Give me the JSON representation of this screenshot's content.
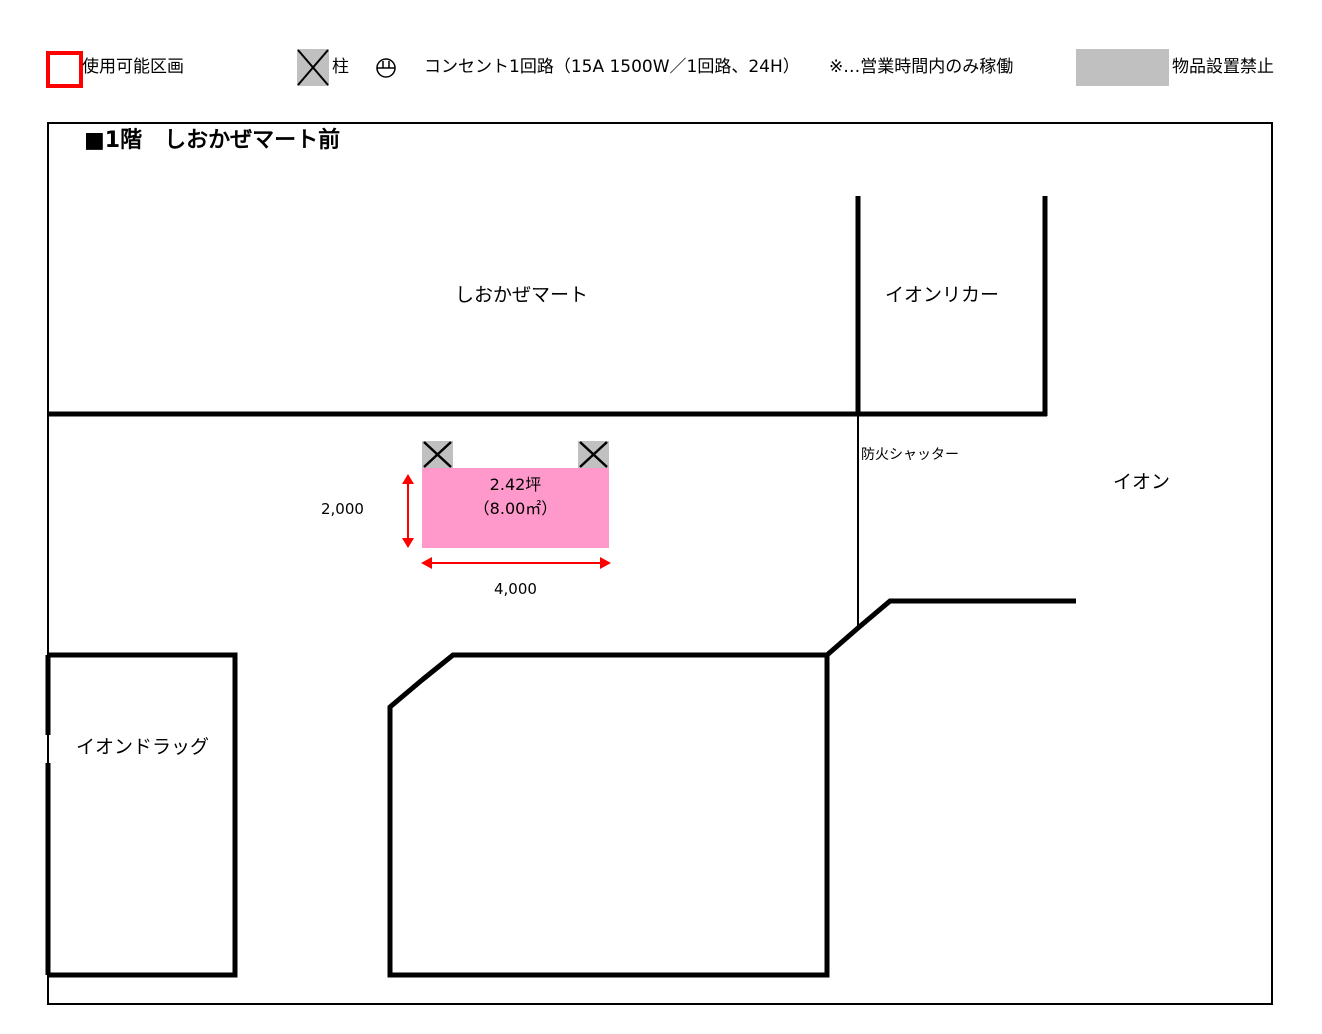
{
  "legend": {
    "available_area": {
      "label": "使用可能区画",
      "color": "#ff0000"
    },
    "pillar": {
      "label": "柱",
      "color": "#c0c0c0"
    },
    "outlet": {
      "label": "コンセント1回路（15A 1500W／1回路、24H）"
    },
    "note": {
      "label": "※…営業時間内のみ稼働"
    },
    "no_placement": {
      "label": "物品設置禁止",
      "color": "#c0c0c0"
    }
  },
  "floor_plan": {
    "title": "■1階　しおかぜマート前",
    "stores": {
      "shiokaze_mart": "しおかぜマート",
      "aeon_liquor": "イオンリカー",
      "aeon": "イオン",
      "aeon_drug": "イオンドラッグ"
    },
    "fire_shutter_label": "防火シャッター",
    "booth": {
      "area_tsubo": "2.42坪",
      "area_sqm": "（8.00㎡）",
      "color": "#ff99cc",
      "depth_mm": "2,000",
      "width_mm": "4,000"
    }
  }
}
